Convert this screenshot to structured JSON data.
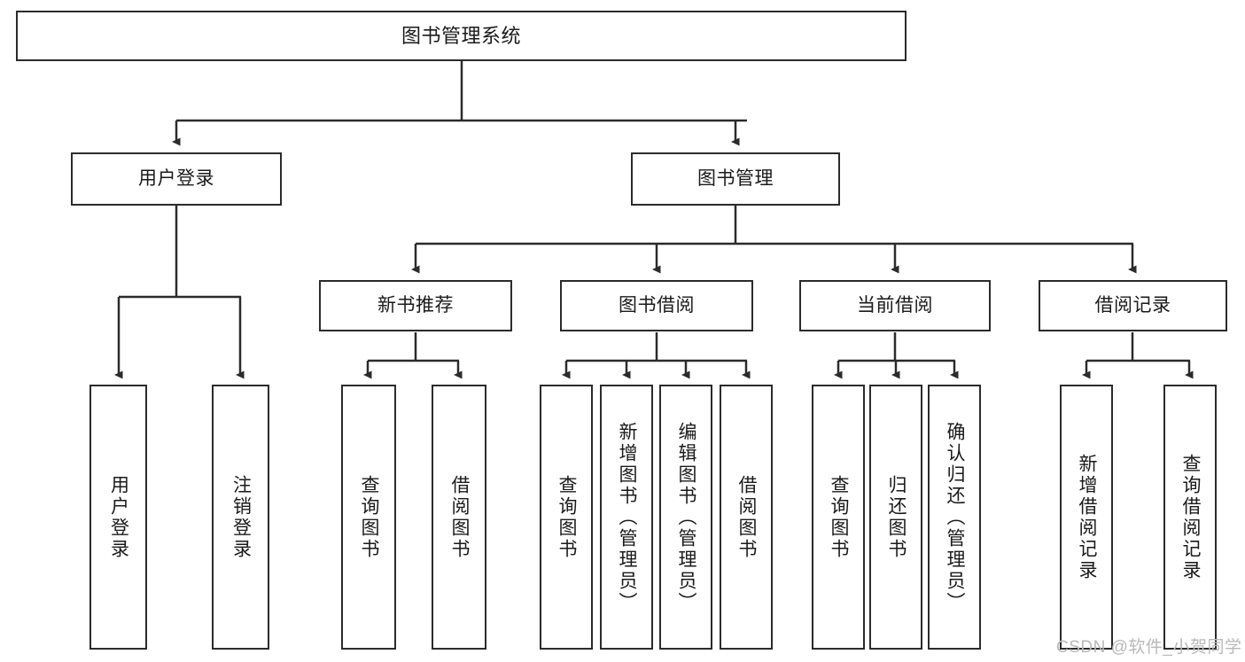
{
  "diagram": {
    "title": "图书管理系统",
    "watermark": "CSDN @软件_小贺同学",
    "stroke_color": "#2b2b2b",
    "fill_color": "#ffffff",
    "text_color": "#1a1a1a",
    "nodes": {
      "root": "图书管理系统",
      "level1": {
        "user_login": "用户登录",
        "book_manage": "图书管理"
      },
      "level2": {
        "new_book_recommend": "新书推荐",
        "book_borrow": "图书借阅",
        "current_borrow": "当前借阅",
        "borrow_record": "借阅记录"
      },
      "leaves": {
        "user_login_1": "用户登录",
        "user_login_2": "注销登录",
        "new_book_1": "查询图书",
        "new_book_2": "借阅图书",
        "book_borrow_1": "查询图书",
        "book_borrow_2": "新增图书（管理员）",
        "book_borrow_3": "编辑图书（管理员）",
        "book_borrow_4": "借阅图书",
        "current_borrow_1": "查询图书",
        "current_borrow_2": "归还图书",
        "current_borrow_3": "确认归还（管理员）",
        "borrow_record_1": "新增借阅记录",
        "borrow_record_2": "查询借阅记录"
      }
    }
  }
}
